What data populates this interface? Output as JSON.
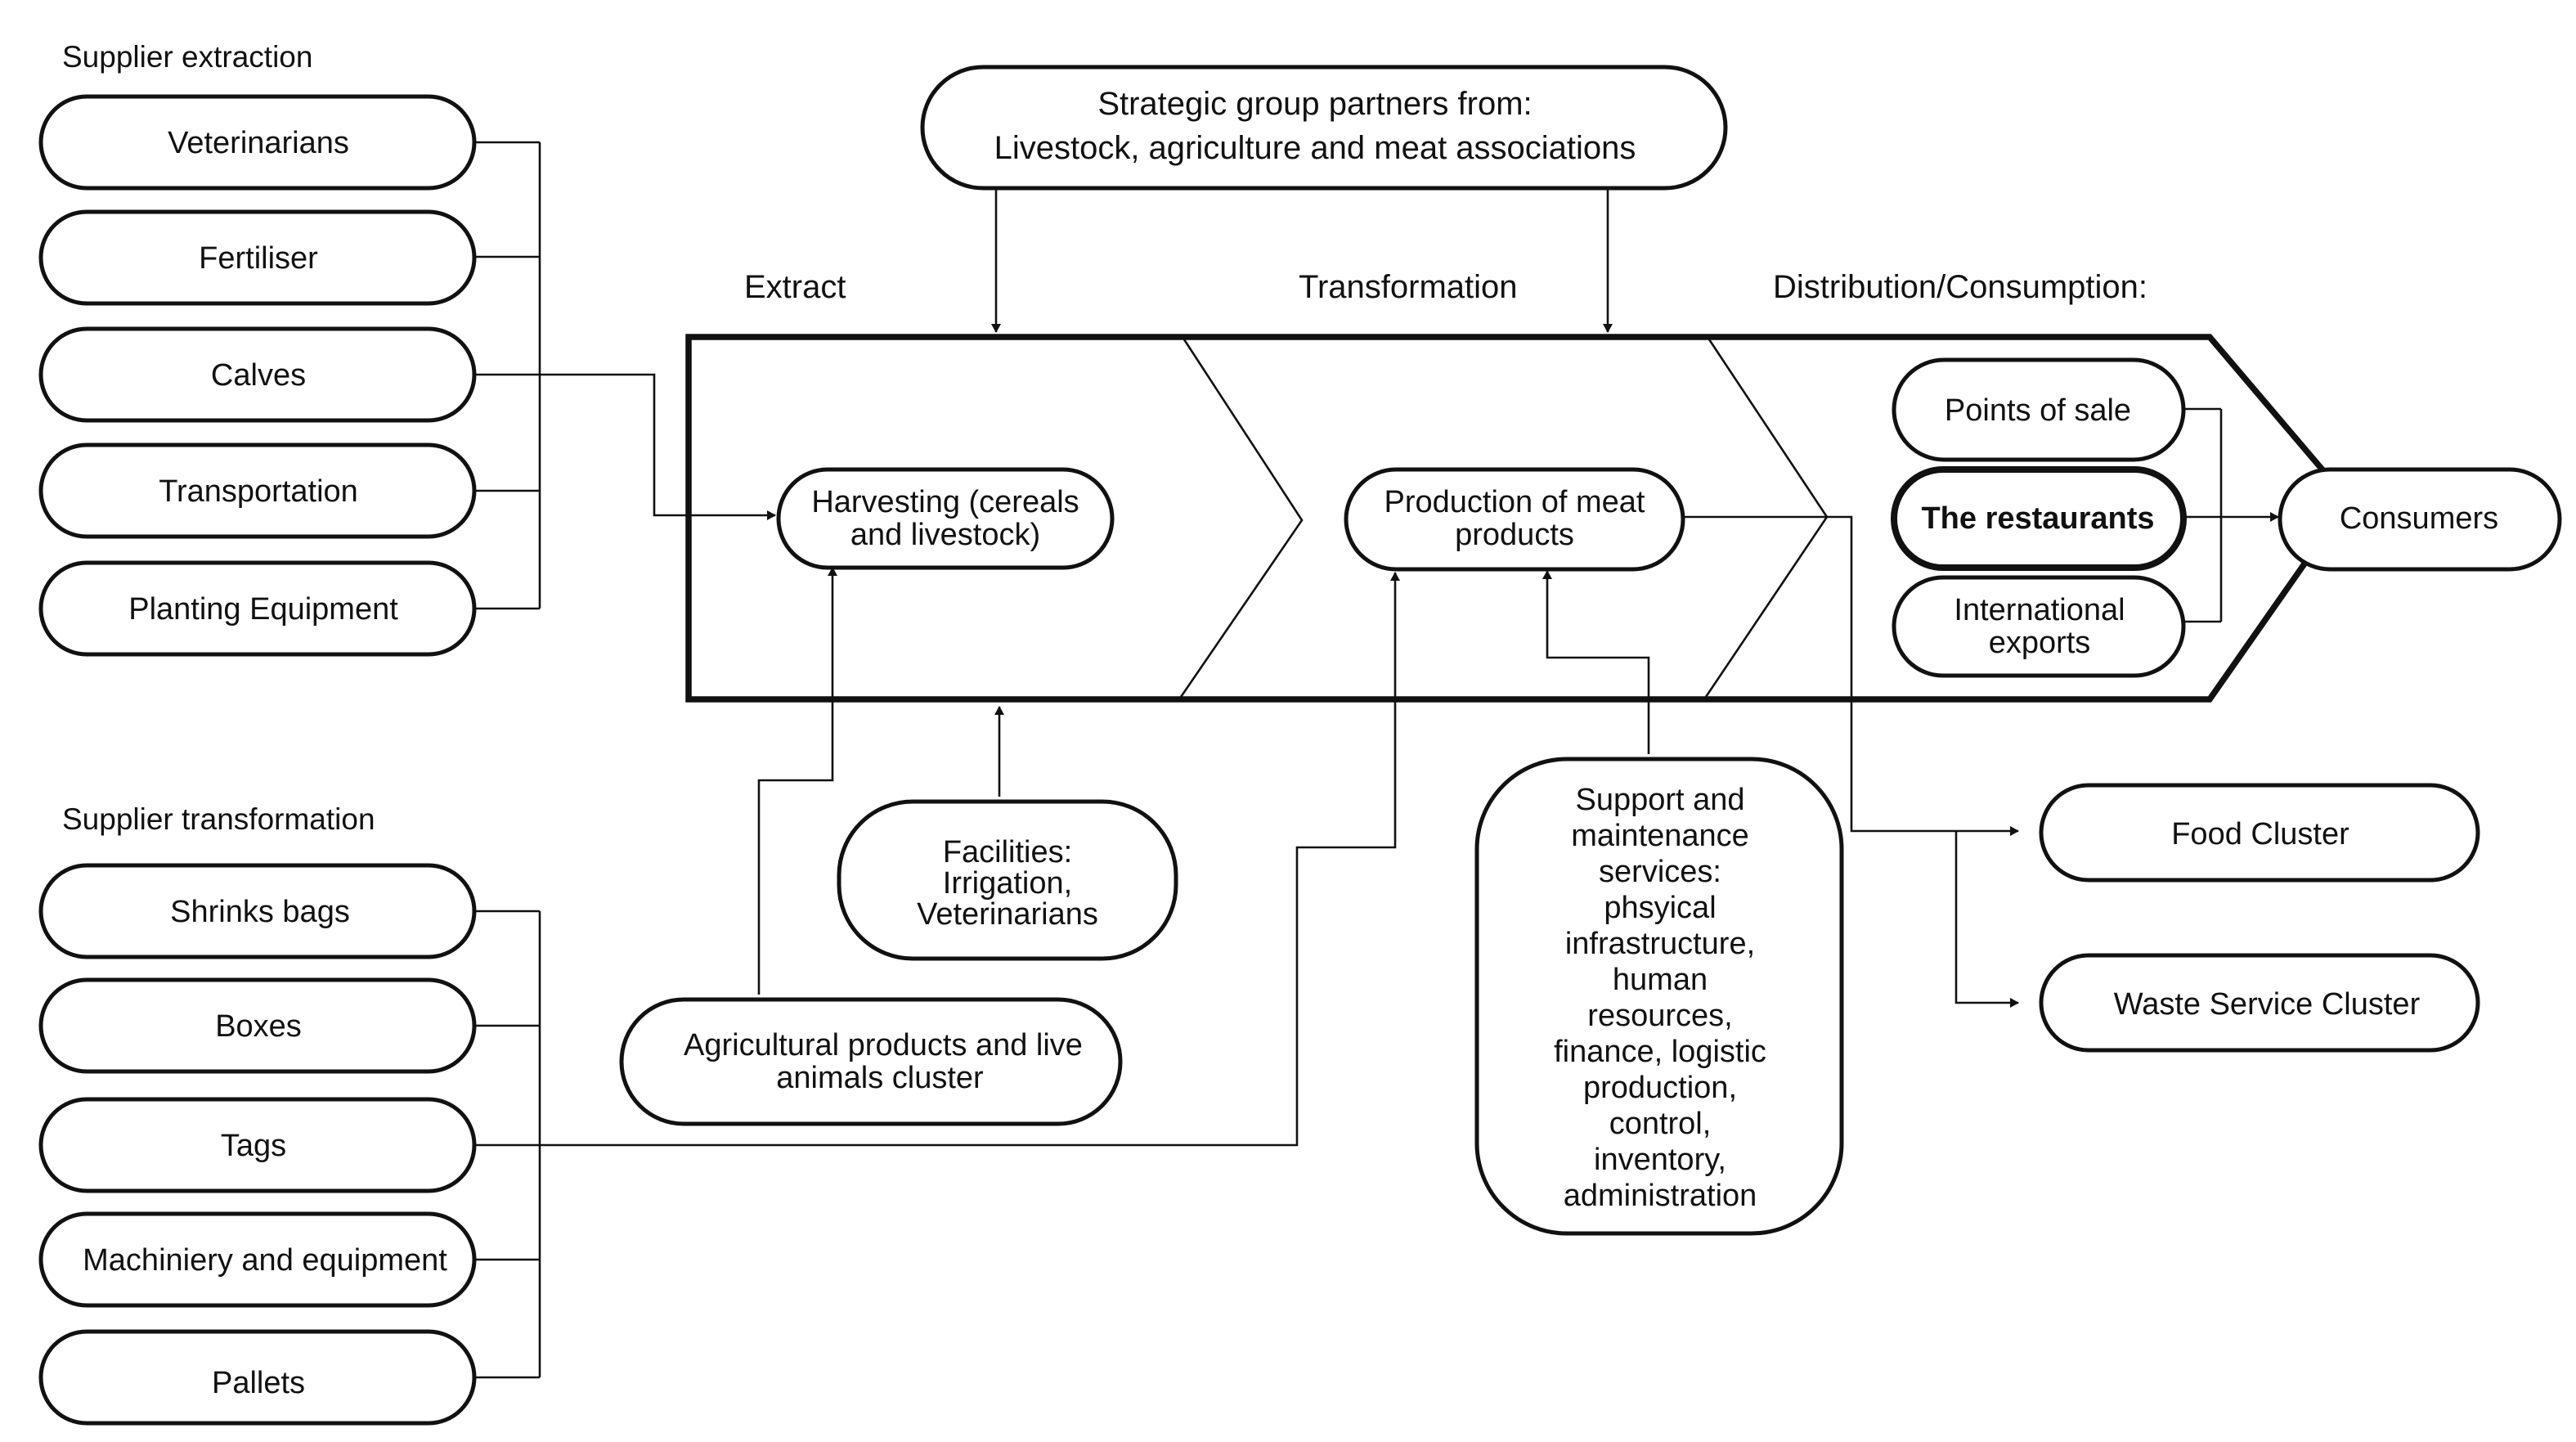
{
  "supplier_extraction": {
    "title": "Supplier extraction",
    "items": [
      "Veterinarians",
      "Fertiliser",
      "Calves",
      "Transportation",
      "Planting Equipment"
    ]
  },
  "supplier_transformation": {
    "title": "Supplier transformation",
    "items": [
      "Shrinks bags",
      "Boxes",
      "Tags",
      "Machiniery and equipment",
      "Pallets"
    ]
  },
  "strategic_partners": {
    "line1": "Strategic group partners from:",
    "line2": "Livestock, agriculture and meat associations"
  },
  "stages": {
    "extract": "Extract",
    "transformation": "Transformation",
    "distribution": "Distribution/Consumption:"
  },
  "nodes": {
    "harvesting": {
      "line1": "Harvesting (cereals",
      "line2": "and livestock)"
    },
    "production": {
      "line1": "Production of meat",
      "line2": "products"
    },
    "points_of_sale": "Points of sale",
    "restaurants": "The restaurants",
    "international": {
      "line1": "International",
      "line2": "exports"
    },
    "consumers": "Consumers",
    "facilities": {
      "line1": "Facilities:",
      "line2": "Irrigation,",
      "line3": "Veterinarians"
    },
    "agricultural": {
      "line1": "Agricultural products and live",
      "line2": "animals cluster"
    },
    "support": {
      "lines": [
        "Support and",
        "maintenance",
        "services:",
        "phsyical",
        "infrastructure,",
        "human",
        "resources,",
        "finance, logistic",
        "production,",
        "control,",
        "inventory,",
        "administration"
      ]
    },
    "food_cluster": "Food Cluster",
    "waste_cluster": "Waste Service Cluster"
  }
}
